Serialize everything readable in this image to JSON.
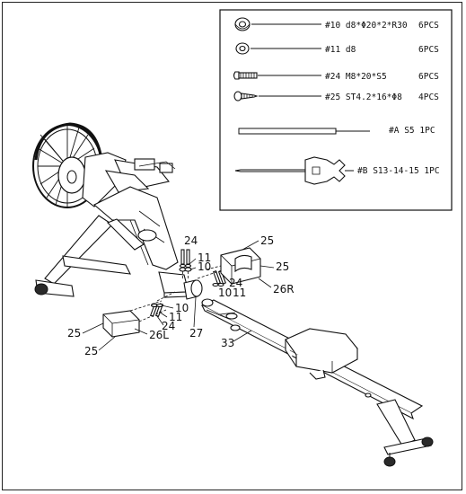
{
  "hardware": [
    {
      "code": "#10",
      "spec": "d8*Φ20*2*R30",
      "qty": "6PCS",
      "icon": "washer-curved-icon"
    },
    {
      "code": "#11",
      "spec": "d8",
      "qty": "6PCS",
      "icon": "spring-washer-icon"
    },
    {
      "code": "#24",
      "spec": "M8*20*S5",
      "qty": "6PCS",
      "icon": "bolt-icon"
    },
    {
      "code": "#25",
      "spec": "ST4.2*16*Φ8",
      "qty": "4PCS",
      "icon": "screw-icon"
    },
    {
      "code": "#A",
      "spec": "S5",
      "qty": "1PC",
      "icon": "allen-key-icon"
    },
    {
      "code": "#B",
      "spec": "S13-14-15",
      "qty": "1PC",
      "icon": "spanner-screwdriver-icon"
    }
  ],
  "callouts": {
    "c24_top": "24",
    "c25_top": "25",
    "c11_top": "11",
    "c10_top": "10",
    "c25_mid": "25",
    "c24_right": "24",
    "c10_right": "10",
    "c11_right": "11",
    "c26R": "26R",
    "c10_left": "10",
    "c11_left": "11",
    "c24_left": "24",
    "c25_left": "25",
    "c26L": "26L",
    "c27": "27",
    "c25_bottom": "25",
    "c33": "33"
  }
}
